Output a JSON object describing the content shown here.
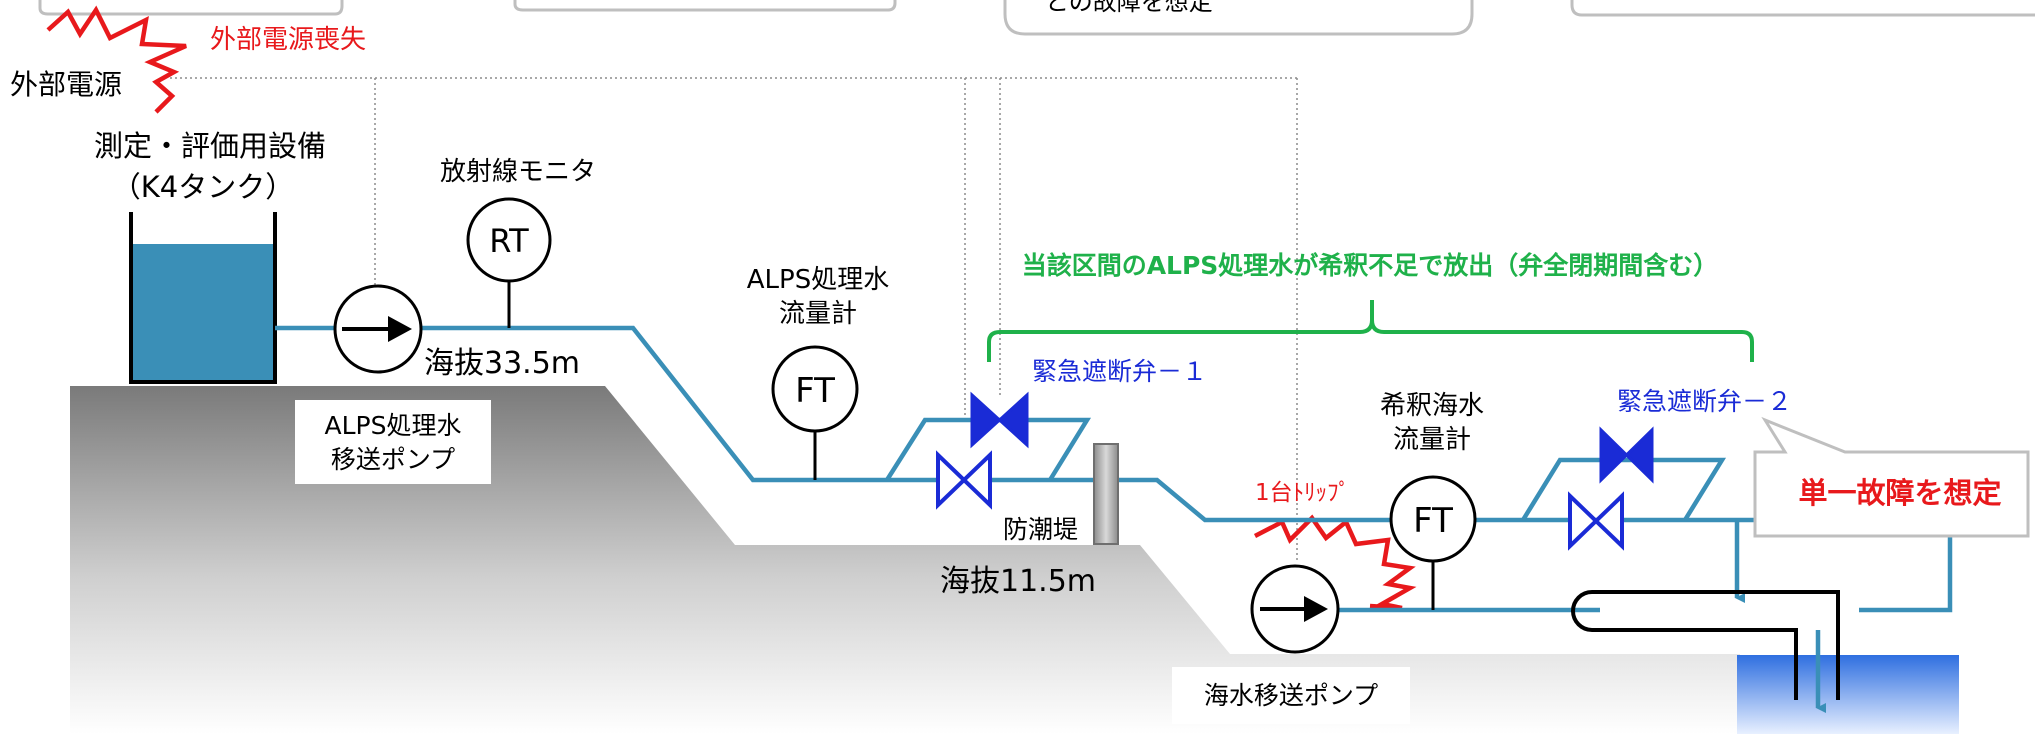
{
  "labels": {
    "power_loss": "外部電源喪失",
    "external_power": "外部電源",
    "tank_name": "測定・評価用設備",
    "tank_sub": "（K4タンク）",
    "rad_monitor": "放射線モニタ",
    "rt": "RT",
    "alps_flow_1": "ALPS処理水",
    "alps_flow_2": "流量計",
    "ft": "FT",
    "elev_high": "海抜33.5m",
    "elev_low": "海抜11.5m",
    "pump1_1": "ALPS処理水",
    "pump1_2": "移送ポンプ",
    "valve1": "緊急遮断弁－１",
    "valve2": "緊急遮断弁－２",
    "seawall": "防潮堤",
    "trip": "1台ﾄﾘｯﾌﾟ",
    "dil_flow_1": "希釈海水",
    "dil_flow_2": "流量計",
    "seawater_pump": "海水移送ポンプ",
    "range_note": "当該区間のALPS処理水が希釈不足で放出（弁全閉期間含む）",
    "single_failure": "単一故障を想定",
    "top_box_text": "との故障を想定"
  },
  "colors": {
    "pipe": "#3a8fb7",
    "water": "#3a8fb7",
    "valve": "#1a2bd6",
    "red": "#e8191c",
    "green": "#1fb14a",
    "valve_text": "#1a2bd6"
  }
}
